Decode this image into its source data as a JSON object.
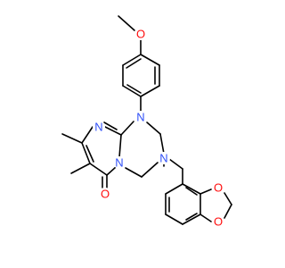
{
  "molecule": {
    "atoms": {
      "methoxy_o": {
        "label": "O",
        "color": "#ff0d0d"
      },
      "n1": {
        "label": "N",
        "color": "#3050f8"
      },
      "n_ring": {
        "label": "N",
        "color": "#3050f8"
      },
      "n_fused": {
        "label": "N",
        "color": "#3050f8"
      },
      "n3": {
        "label": "N",
        "color": "#3050f8"
      },
      "carbonyl_o": {
        "label": "O",
        "color": "#ff0d0d"
      },
      "dioxole_o1": {
        "label": "O",
        "color": "#ff0d0d"
      },
      "dioxole_o2": {
        "label": "O",
        "color": "#ff0d0d"
      }
    }
  }
}
